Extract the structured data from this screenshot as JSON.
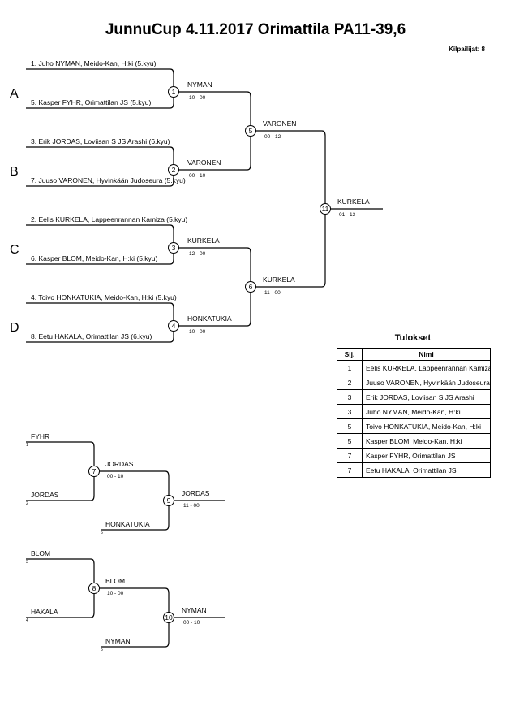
{
  "header": {
    "title": "JunnuCup  4.11.2017  Orimattila    PA11-39,6",
    "competitor_count": "Kilpailijat: 8"
  },
  "pools": [
    "A",
    "B",
    "C",
    "D"
  ],
  "entrants": [
    "1. Juho NYMAN, Meido-Kan, H:ki (5.kyu)",
    "5. Kasper FYHR, Orimattilan JS (5.kyu)",
    "3. Erik JORDAS, Loviisan S JS Arashi (6.kyu)",
    "7. Juuso VARONEN, Hyvinkään Judoseura (5.kyu)",
    "2. Eelis KURKELA, Lappeenrannan Kamiza (5.kyu)",
    "6. Kasper BLOM, Meido-Kan, H:ki (5.kyu)",
    "4. Toivo HONKATUKIA, Meido-Kan, H:ki (5.kyu)",
    "8. Eetu HAKALA, Orimattilan JS (6.kyu)"
  ],
  "main_matches": [
    {
      "num": "1",
      "winner": "NYMAN",
      "score": "10 - 00"
    },
    {
      "num": "2",
      "winner": "VARONEN",
      "score": "00 - 10"
    },
    {
      "num": "3",
      "winner": "KURKELA",
      "score": "12 - 00"
    },
    {
      "num": "4",
      "winner": "HONKATUKIA",
      "score": "10 - 00"
    },
    {
      "num": "5",
      "winner": "VARONEN",
      "score": "00 - 12"
    },
    {
      "num": "6",
      "winner": "KURKELA",
      "score": "11 - 00"
    },
    {
      "num": "11",
      "winner": "KURKELA",
      "score": "01 - 13"
    }
  ],
  "repechage_entrants": [
    {
      "name": "FYHR",
      "seed": "1"
    },
    {
      "name": "JORDAS",
      "seed": "2"
    },
    {
      "name": "HONKATUKIA",
      "seed": "6"
    },
    {
      "name": "BLOM",
      "seed": "3"
    },
    {
      "name": "HAKALA",
      "seed": "4"
    },
    {
      "name": "NYMAN",
      "seed": "5"
    }
  ],
  "repechage_matches": [
    {
      "num": "7",
      "winner": "JORDAS",
      "score": "00 - 10"
    },
    {
      "num": "9",
      "winner": "JORDAS",
      "score": "11 - 00"
    },
    {
      "num": "8",
      "winner": "BLOM",
      "score": "10 - 00"
    },
    {
      "num": "10",
      "winner": "NYMAN",
      "score": "00 - 10"
    }
  ],
  "results": {
    "title": "Tulokset",
    "headers": [
      "Sij.",
      "Nimi"
    ],
    "rows": [
      {
        "pos": "1",
        "name": "Eelis KURKELA, Lappeenrannan Kamiza"
      },
      {
        "pos": "2",
        "name": "Juuso VARONEN, Hyvinkään Judoseura"
      },
      {
        "pos": "3",
        "name": "Erik JORDAS, Loviisan S JS Arashi"
      },
      {
        "pos": "3",
        "name": "Juho NYMAN, Meido-Kan, H:ki"
      },
      {
        "pos": "5",
        "name": "Toivo HONKATUKIA, Meido-Kan, H:ki"
      },
      {
        "pos": "5",
        "name": "Kasper BLOM, Meido-Kan, H:ki"
      },
      {
        "pos": "7",
        "name": "Kasper FYHR, Orimattilan JS"
      },
      {
        "pos": "7",
        "name": "Eetu HAKALA, Orimattilan JS"
      }
    ]
  }
}
